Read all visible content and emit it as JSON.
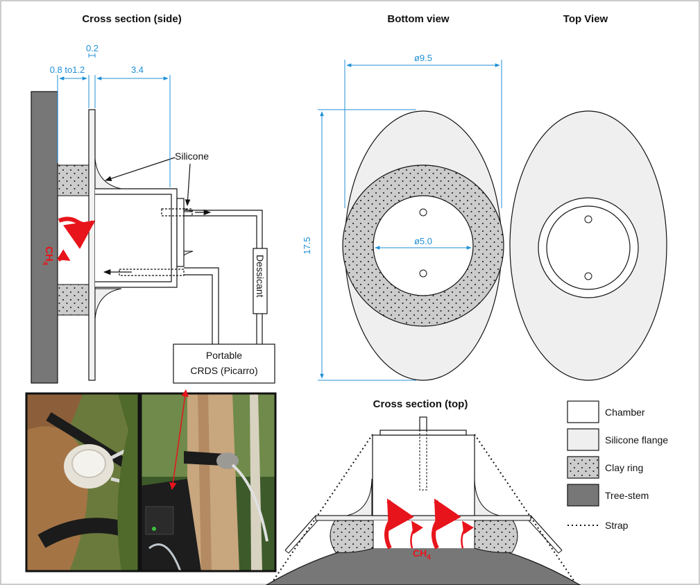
{
  "titles": {
    "side": "Cross section (side)",
    "bottom": "Bottom view",
    "top_view": "Top View",
    "cross_top": "Cross section (top)"
  },
  "dimensions": {
    "stem_gap": "0.8 to1.2",
    "wall": "0.2",
    "depth": "3.4",
    "outer_diameter": "ø9.5",
    "height": "17.5",
    "inner_diameter": "ø5.0"
  },
  "labels": {
    "silicone": "Silicone",
    "ch4": "CH",
    "ch4_sub": "4",
    "dessicant": "Dessicant",
    "crds_line1": "Portable",
    "crds_line2": "CRDS (Picarro)"
  },
  "legend": [
    {
      "label": "Chamber",
      "swatch": "chamber"
    },
    {
      "label": "Silicone flange",
      "swatch": "silicone"
    },
    {
      "label": "Clay ring",
      "swatch": "clay"
    },
    {
      "label": "Tree-stem",
      "swatch": "stem"
    },
    {
      "label": "Strap",
      "swatch": "strap"
    }
  ],
  "colors": {
    "dimension": "#1f8fd6",
    "methane_arrow": "#e8141b",
    "tree_stem": "#777777",
    "silicone": "#efefef",
    "clay": "#cccccc"
  }
}
